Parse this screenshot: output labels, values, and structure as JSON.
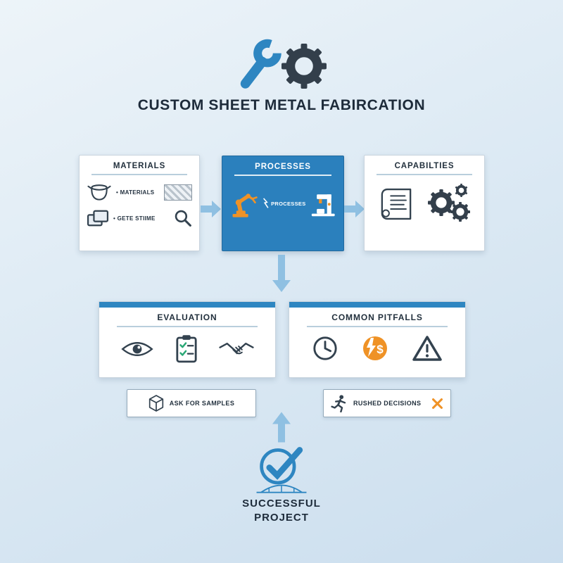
{
  "header": {
    "title": "CUSTOM SHEET METAL FABIRCATION"
  },
  "flow": {
    "materials": {
      "title": "MATERIALS",
      "item1": "• MATERIALS",
      "item2": "• GETE STIIME"
    },
    "processes": {
      "title": "PROCESSES",
      "label": "PROCESSES"
    },
    "capabilities": {
      "title": "CAPABILTIES"
    }
  },
  "evaluation": {
    "title": "EVALUATION"
  },
  "pitfalls": {
    "title": "COMMON PITFALLS",
    "money_symbol": "$"
  },
  "callouts": {
    "samples": "ASK FOR SAMPLES",
    "rushed": "RUSHED DECISIONS"
  },
  "footer": {
    "line1": "SUCCESSFUL",
    "line2": "PROJECT"
  },
  "colors": {
    "accent_blue": "#2e86c1",
    "process_blue": "#2b80bd",
    "arrow_blue": "#8fc0e2",
    "orange": "#ef9226",
    "dark_ink": "#1d2b3a",
    "icon_ink": "#33424f"
  }
}
